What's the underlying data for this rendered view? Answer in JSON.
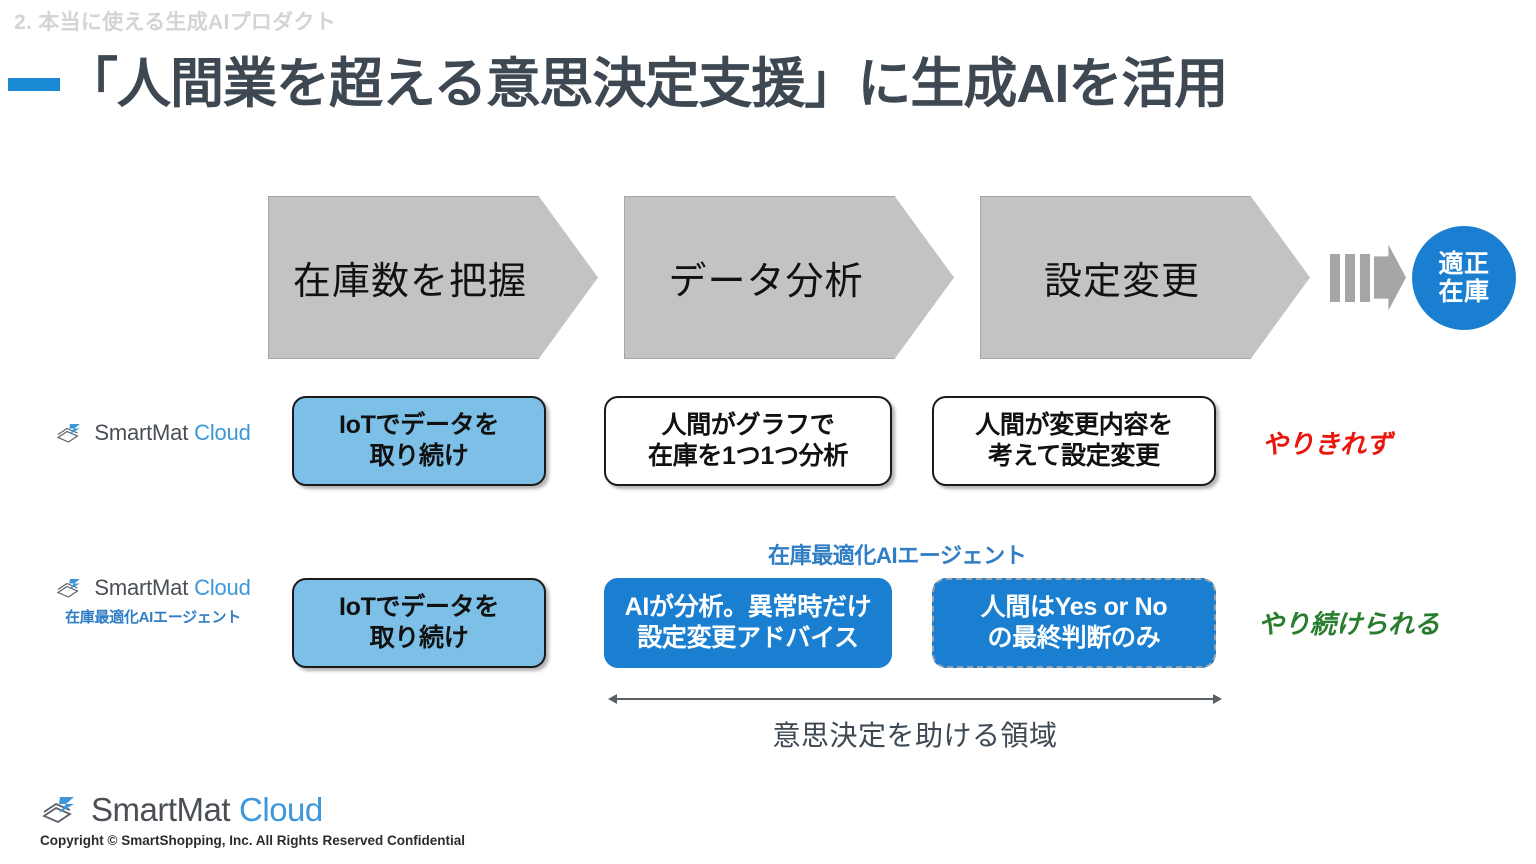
{
  "header": {
    "eyebrow": "2. 本当に使える生成AIプロダクト",
    "title": "「人間業を超える意思決定支援」に生成AIを活用",
    "accent_color": "#1b8ad4",
    "title_color": "#3d4852"
  },
  "flow": {
    "steps": [
      {
        "label": "在庫数を把握"
      },
      {
        "label": "データ分析"
      },
      {
        "label": "設定変更"
      }
    ],
    "result": {
      "line1": "適正",
      "line2": "在庫",
      "color": "#1b7fd1"
    },
    "chevron_color": "#c3c3c3",
    "arrow_color": "#a6a6a6"
  },
  "rows": [
    {
      "logo": {
        "smartmat": "SmartMat",
        "cloud": "Cloud",
        "sub": ""
      },
      "boxes": [
        {
          "text": "IoTでデータを\n取り続け",
          "style": "lightblue"
        },
        {
          "text": "人間がグラフで\n在庫を1つ1つ分析",
          "style": "white"
        },
        {
          "text": "人間が変更内容を\n考えて設定変更",
          "style": "white"
        }
      ],
      "note": {
        "text": "やりきれず",
        "color": "#e8160c"
      }
    },
    {
      "logo": {
        "smartmat": "SmartMat",
        "cloud": "Cloud",
        "sub": "在庫最適化AIエージェント"
      },
      "agent_label": "在庫最適化AIエージェント",
      "boxes": [
        {
          "text": "IoTでデータを\n取り続け",
          "style": "lightblue"
        },
        {
          "text": "AIが分析。異常時だけ\n設定変更アドバイス",
          "style": "blue"
        },
        {
          "text": "人間はYes or No\nの最終判断のみ",
          "style": "blue-dashed"
        }
      ],
      "note": {
        "text": "やり続けられる",
        "color": "#2a7d2e"
      }
    }
  ],
  "scope": {
    "caption": "意思決定を助ける領域"
  },
  "footer": {
    "smartmat": "SmartMat",
    "cloud": "Cloud",
    "copyright": "Copyright © SmartShopping, Inc. All Rights Reserved Confidential"
  }
}
